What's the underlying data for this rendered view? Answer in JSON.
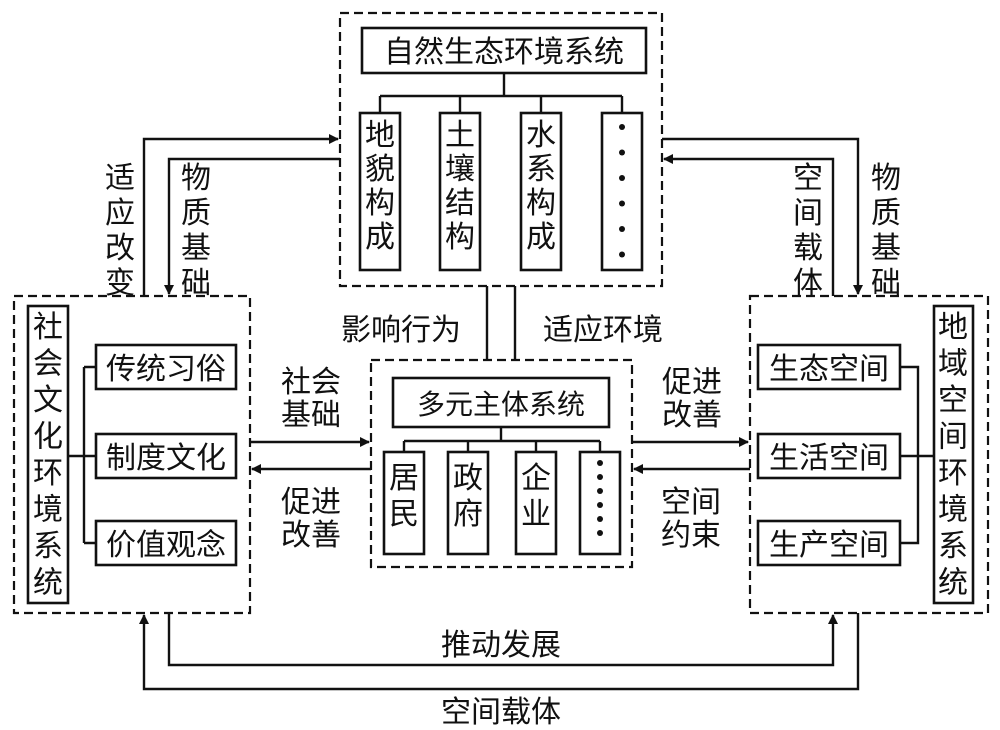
{
  "systems": {
    "natural": {
      "title": "自然生态环境系统",
      "items": [
        "地貌构成",
        "土壤结构",
        "水系构成",
        "······"
      ]
    },
    "social_cultural": {
      "title": "社会文化环境系统",
      "items": [
        "传统习俗",
        "制度文化",
        "价值观念"
      ]
    },
    "multi_subject": {
      "title": "多元主体系统",
      "items": [
        "居民",
        "政府",
        "企业",
        "······"
      ]
    },
    "regional_space": {
      "title": "地域空间环境系统",
      "items": [
        "生态空间",
        "生活空间",
        "生产空间"
      ]
    }
  },
  "relations": {
    "social_to_natural": "适应改变",
    "natural_to_social": "物质基础",
    "regional_to_natural": "空间载体",
    "natural_to_regional": "物质基础",
    "multi_to_natural": "影响行为",
    "natural_to_multi": "适应环境",
    "social_to_multi": "社会基础",
    "multi_to_social": "促进改善",
    "multi_to_regional": "促进改善",
    "regional_to_multi": "空间约束",
    "social_to_regional": "推动发展",
    "regional_to_social": "空间载体"
  }
}
